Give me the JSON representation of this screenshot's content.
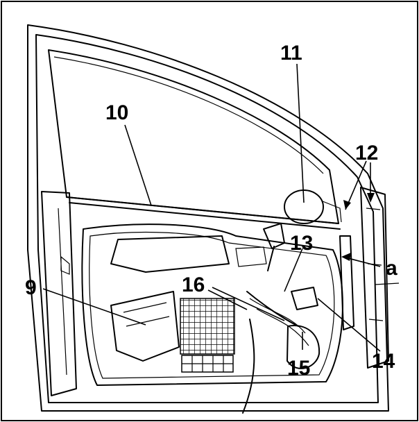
{
  "callouts": {
    "c9": "9",
    "c10": "10",
    "c11": "11",
    "c12": "12",
    "c13": "13",
    "c14": "14",
    "c15": "15",
    "c16": "16",
    "ca": "a"
  },
  "colors": {
    "line": "#000000",
    "background": "#ffffff",
    "shade": "#e8e8e8"
  }
}
